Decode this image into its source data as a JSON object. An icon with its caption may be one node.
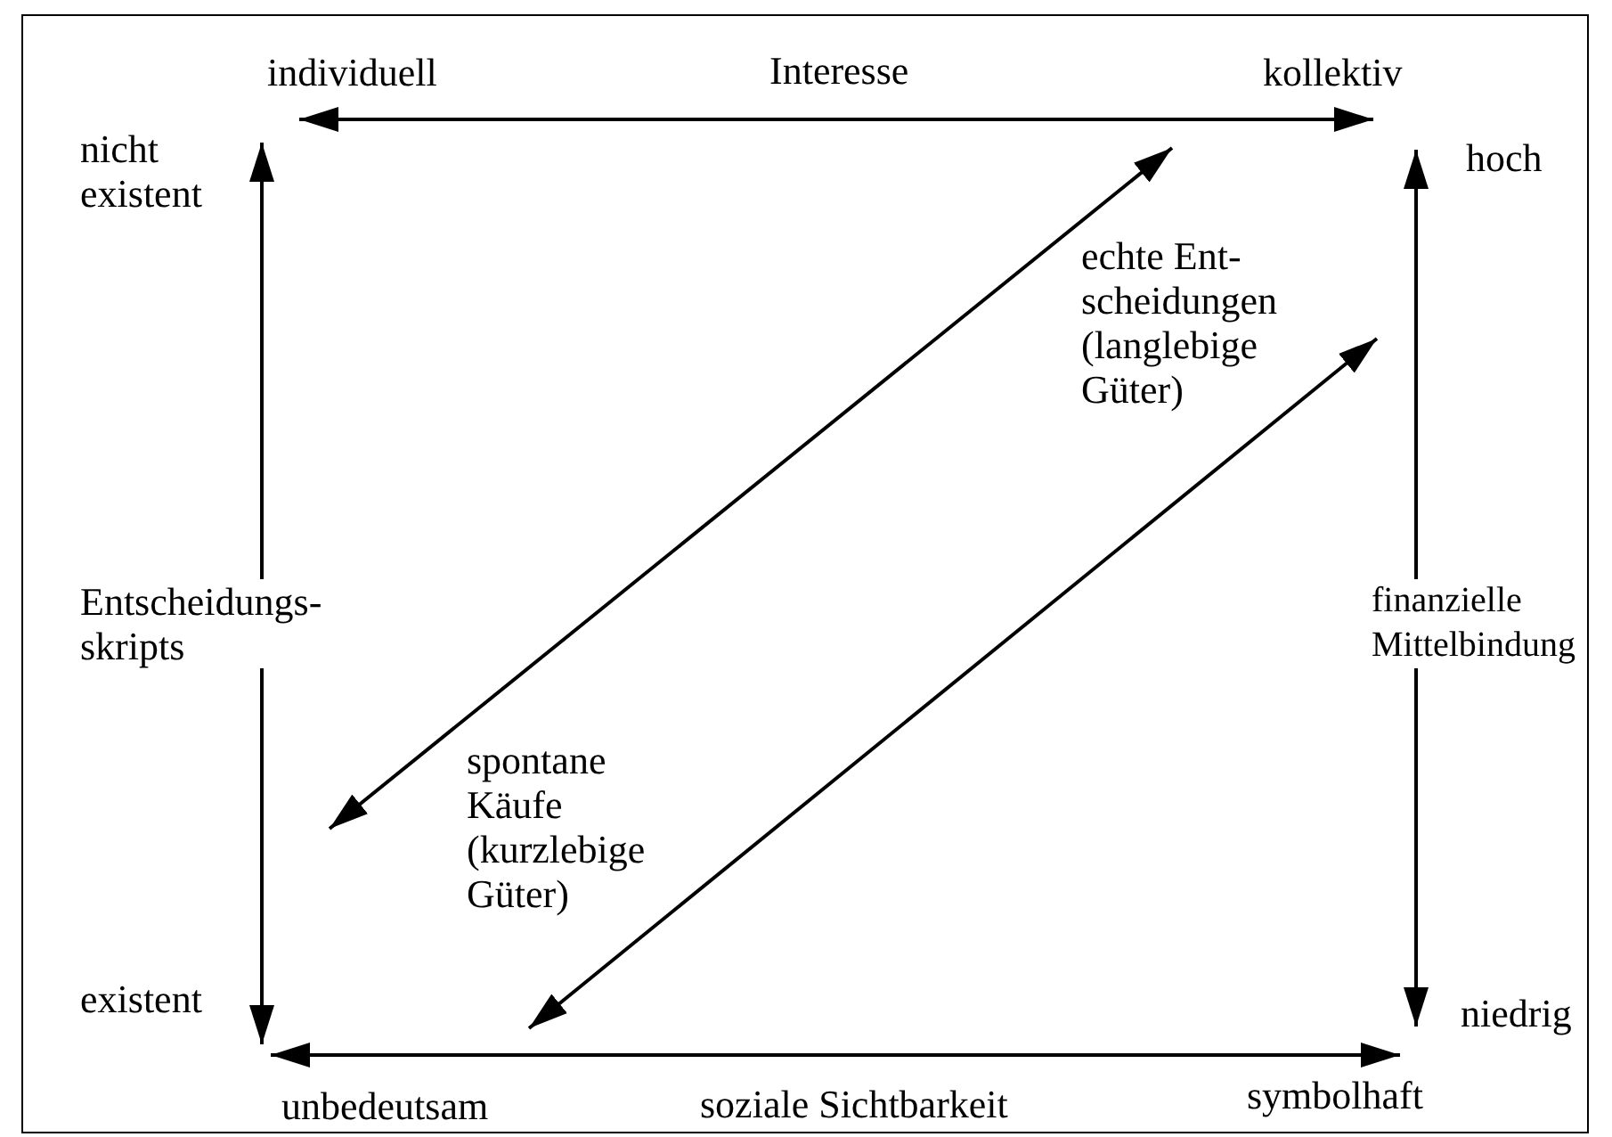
{
  "diagram": {
    "nodes": [
      {
        "text": [
          "individuell"
        ]
      },
      {
        "text": [
          "kollektiv"
        ]
      },
      {
        "text": [
          "nicht existent"
        ]
      },
      {
        "text": [
          "existent"
        ]
      },
      {
        "text": [
          "hoch"
        ]
      },
      {
        "text": [
          "niedrig"
        ]
      },
      {
        "text": [
          "unbedeutsam"
        ]
      },
      {
        "text": [
          "symbolhaft"
        ]
      }
    ],
    "edges": [
      {
        "from": 0,
        "to": 1,
        "arrow": "both",
        "label": "Interesse"
      },
      {
        "from": 2,
        "to": 3,
        "arrow": "both",
        "label": "Entscheidungs- skripts"
      },
      {
        "from": 5,
        "to": 4,
        "arrow": "both",
        "label": "finanzielle Mittelbindung"
      },
      {
        "from": 6,
        "to": 7,
        "arrow": "both",
        "label": "soziale Sichtbarkeit"
      }
    ],
    "labels": [
      "echte Ent- scheidungen (langlebige Güter)",
      "spontane Käufe (kurzlebige Güter)"
    ]
  }
}
